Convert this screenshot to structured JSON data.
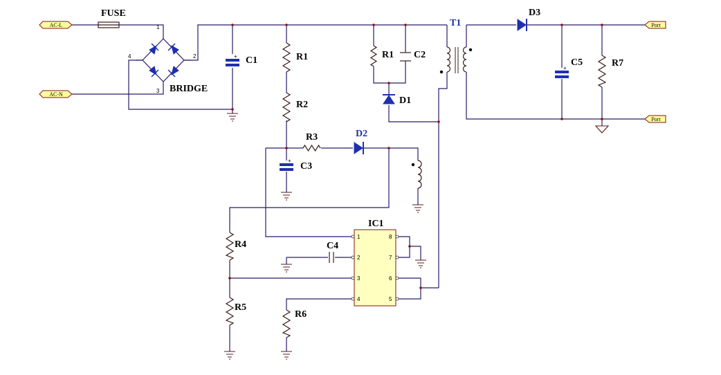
{
  "ports": {
    "ac_l": "AC-L",
    "ac_n": "AC-N",
    "out_pos": "Port",
    "out_neg": "Port"
  },
  "labels": {
    "fuse": "FUSE",
    "bridge": "BRIDGE",
    "c1": "C1",
    "r1_a": "R1",
    "r2": "R2",
    "r1_b": "R1",
    "c2": "C2",
    "d1": "D1",
    "t1": "T1",
    "d3": "D3",
    "c5": "C5",
    "r7": "R7",
    "r3": "R3",
    "d2": "D2",
    "c3": "C3",
    "ic1": "IC1",
    "c4": "C4",
    "r4": "R4",
    "r5": "R5",
    "r6": "R6"
  },
  "bridge_pins": {
    "p1": "1",
    "p2": "2",
    "p3": "3",
    "p4": "4"
  },
  "ic_pins": {
    "p1": "1",
    "p2": "2",
    "p3": "3",
    "p4": "4",
    "p5": "5",
    "p6": "6",
    "p7": "7",
    "p8": "8"
  },
  "colors": {
    "wire": "#2a1a6a",
    "semiconductor": "#1e2fb0",
    "junction": "#8a1010",
    "ic_fill": "#ffffc0",
    "port_fill": "#ffffa0"
  }
}
